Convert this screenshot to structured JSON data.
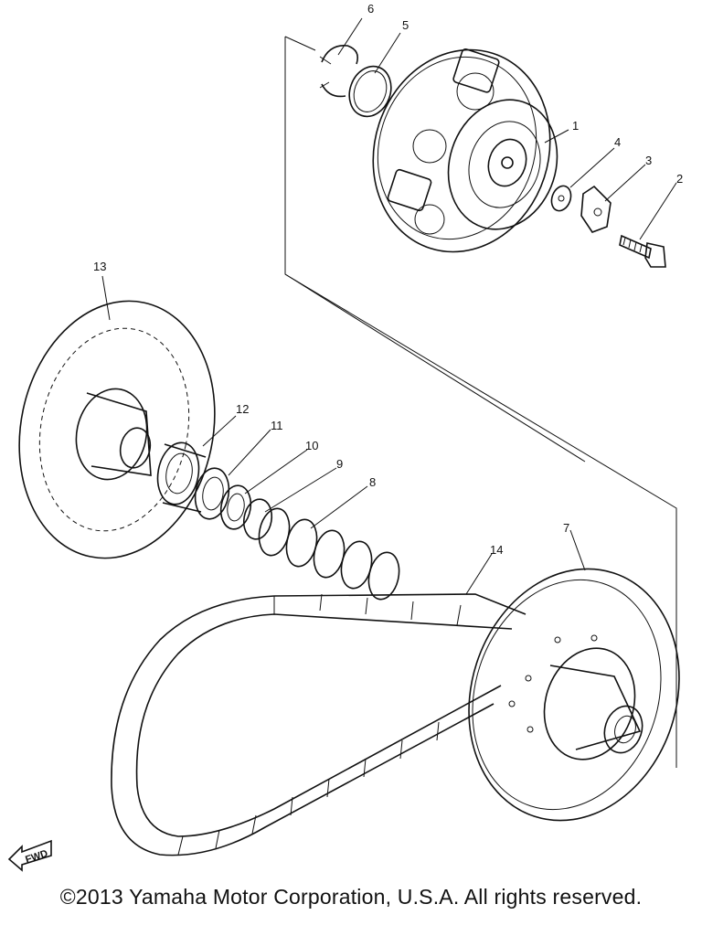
{
  "diagram": {
    "callouts": [
      {
        "id": "p6",
        "label": "6"
      },
      {
        "id": "p5",
        "label": "5"
      },
      {
        "id": "p1",
        "label": "1"
      },
      {
        "id": "p4",
        "label": "4"
      },
      {
        "id": "p3",
        "label": "3"
      },
      {
        "id": "p2",
        "label": "2"
      },
      {
        "id": "p13",
        "label": "13"
      },
      {
        "id": "p12",
        "label": "12"
      },
      {
        "id": "p11",
        "label": "11"
      },
      {
        "id": "p10",
        "label": "10"
      },
      {
        "id": "p9",
        "label": "9"
      },
      {
        "id": "p8",
        "label": "8"
      },
      {
        "id": "p14",
        "label": "14"
      },
      {
        "id": "p7",
        "label": "7"
      }
    ],
    "forward_marker": "FWD"
  },
  "footer": {
    "copyright": "©2013 Yamaha Motor Corporation, U.S.A. All rights reserved."
  }
}
